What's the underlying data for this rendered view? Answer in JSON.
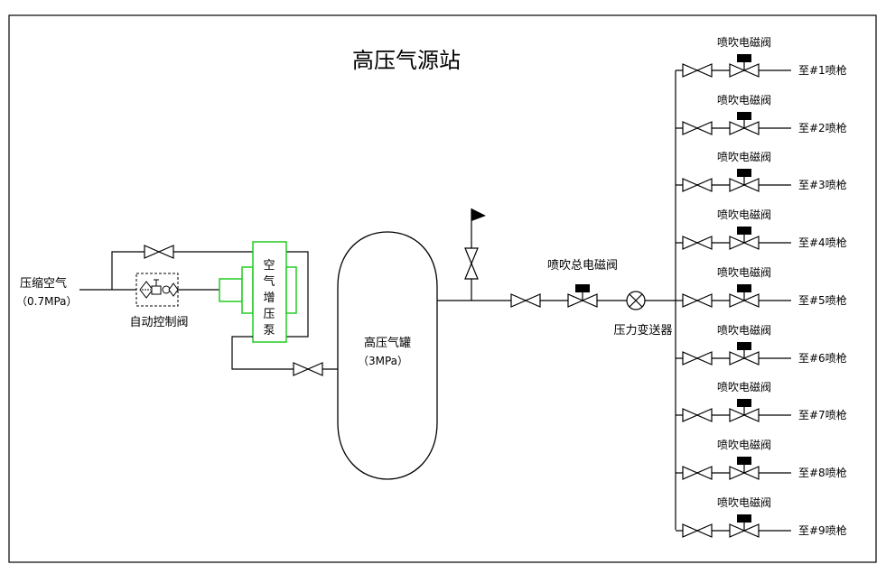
{
  "title": "高压气源站",
  "inlet": {
    "line1": "压缩空气",
    "line2": "（0.7MPa）"
  },
  "auto_valve_label": "自动控制阀",
  "booster_pump": {
    "chars": [
      "空",
      "气",
      "增",
      "压",
      "泵"
    ]
  },
  "tank": {
    "line1": "高压气罐",
    "line2": "（3MPa）"
  },
  "main_valve_label": "喷吹总电磁阀",
  "transmitter_label": "压力变送器",
  "branch_valve_label": "喷吹电磁阀",
  "outlets": [
    "至#1喷枪",
    "至#2喷枪",
    "至#3喷枪",
    "至#4喷枪",
    "至#5喷枪",
    "至#6喷枪",
    "至#7喷枪",
    "至#8喷枪",
    "至#9喷枪"
  ],
  "colors": {
    "line": "#000000",
    "pump": "#22cc22",
    "frame": "#000000"
  }
}
